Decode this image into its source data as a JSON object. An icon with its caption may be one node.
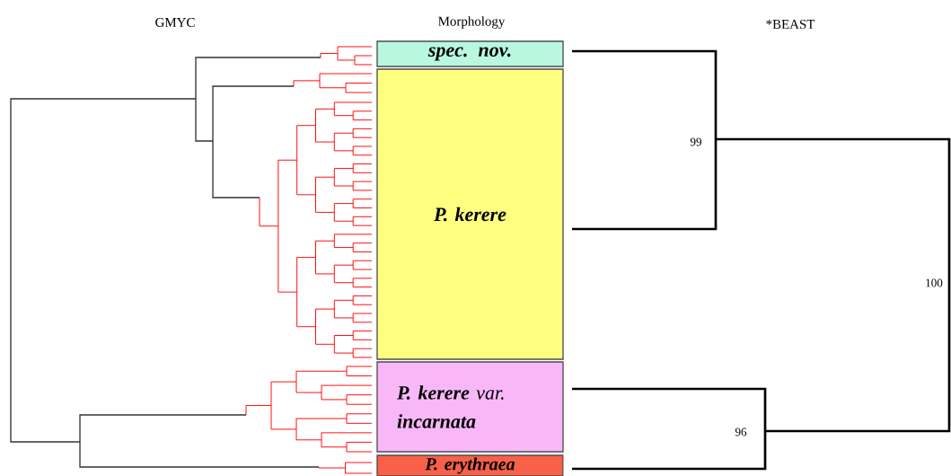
{
  "diagram": {
    "nodes": [
      {
        "text": [
          "spec. nov."
        ]
      },
      {
        "text": [
          "P. kerere"
        ]
      },
      {
        "text": [
          "**P. kerere** var. **incarnata**"
        ]
      },
      {
        "text": [
          "P. erythraea"
        ]
      }
    ],
    "labels": [
      "GMYC",
      "Morphology",
      "*BEAST",
      "99",
      "100",
      "96"
    ]
  }
}
